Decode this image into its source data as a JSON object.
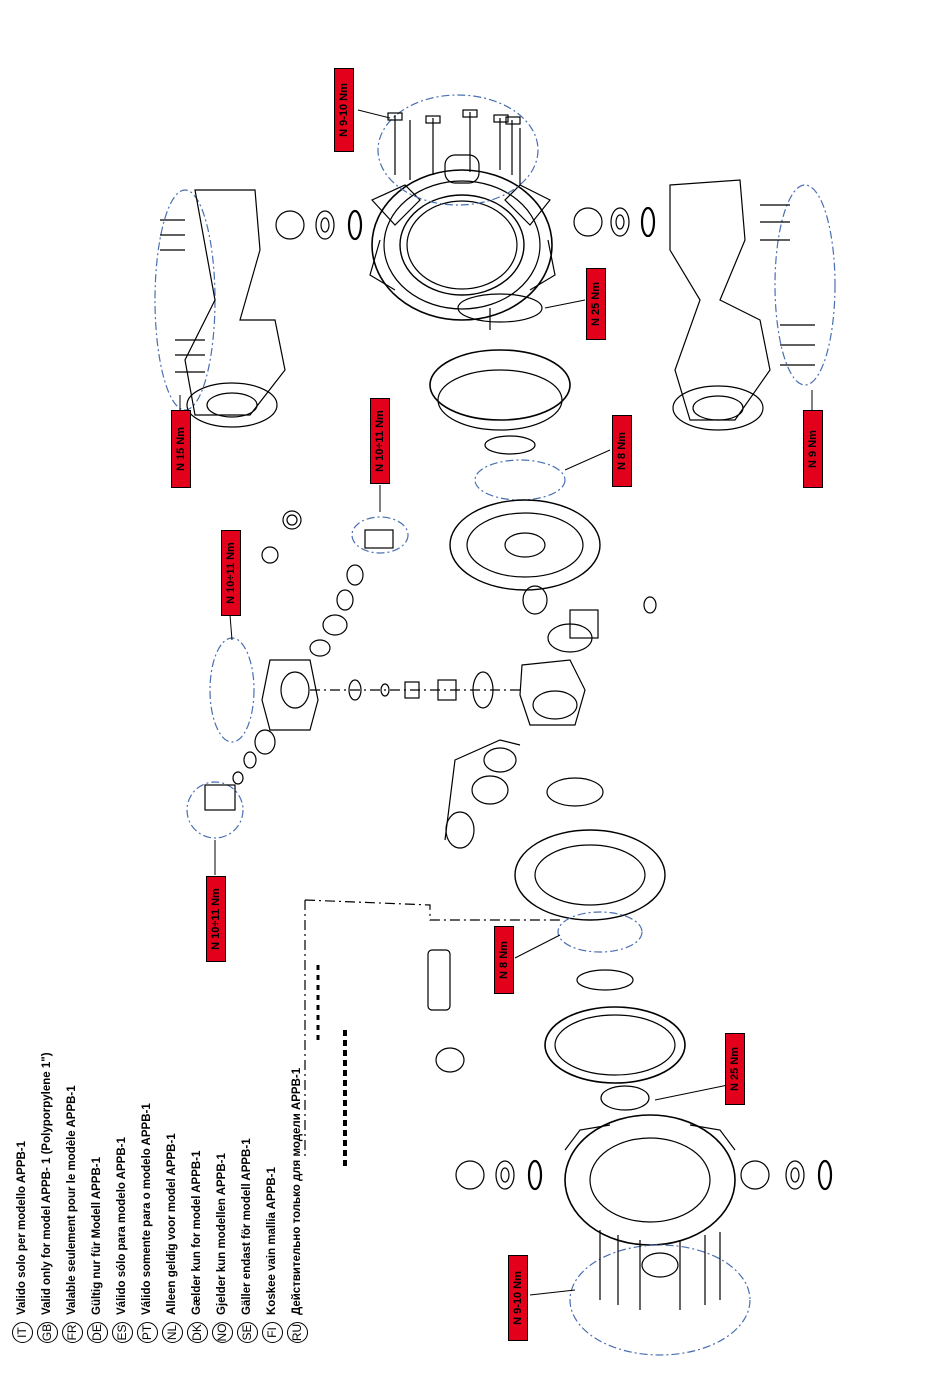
{
  "torque_labels": {
    "tl_top_center": "N 9-10 Nm",
    "tl_left_upper": "N 15 Nm",
    "tl_center_a": "N 10÷11 Nm",
    "tl_center_b": "N 10÷11 Nm",
    "tl_right_25": "N 25 Nm",
    "tl_right_8": "N 8 Nm",
    "tl_right_9": "N 9 Nm",
    "tl_left_mid": "N 10÷11 Nm",
    "tl_center_8": "N 8 Nm",
    "tl_center_25": "N 25 Nm",
    "tl_bottom": "N 9-10 Nm"
  },
  "legend": [
    {
      "code": "IT",
      "text": "Valido solo per modello APPB-1"
    },
    {
      "code": "GB",
      "text": "Valid only for model APPB- 1 (Polyporpylene 1\")"
    },
    {
      "code": "FR",
      "text": "Valable seulement pour le modèle APPB-1"
    },
    {
      "code": "DE",
      "text": "Gültig nur für Modell APPB-1"
    },
    {
      "code": "ES",
      "text": "Válido sólo para modelo APPB-1"
    },
    {
      "code": "PT",
      "text": "Válido somente para o modelo APPB-1"
    },
    {
      "code": "NL",
      "text": "Alleen geldig voor model APPB-1"
    },
    {
      "code": "DK",
      "text": "Gælder kun for model APPB-1"
    },
    {
      "code": "NO",
      "text": "Gjelder kun modellen APPB-1"
    },
    {
      "code": "SE",
      "text": "Gäller endast för modell APPB-1"
    },
    {
      "code": "FI",
      "text": "Koskee vain mallia APPB-1"
    },
    {
      "code": "RU",
      "text": "Действительно только для модели APPB-1"
    }
  ]
}
